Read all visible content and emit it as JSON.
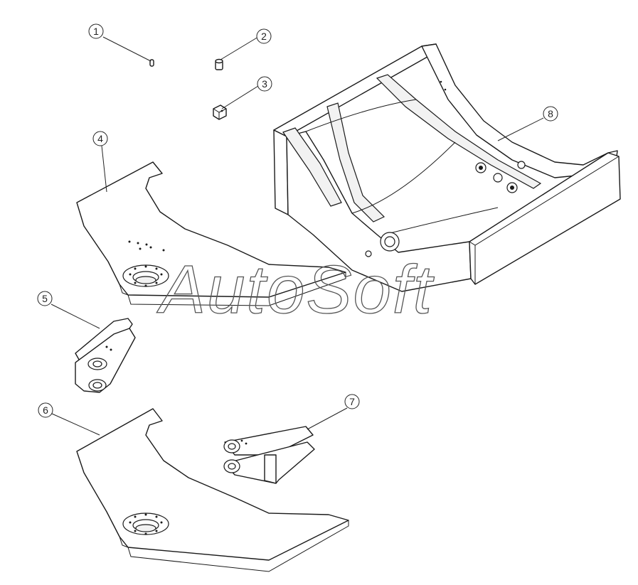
{
  "watermark": "AutoSoft",
  "callouts": [
    {
      "number": "1"
    },
    {
      "number": "2"
    },
    {
      "number": "3"
    },
    {
      "number": "4"
    },
    {
      "number": "5"
    },
    {
      "number": "6"
    },
    {
      "number": "7"
    },
    {
      "number": "8"
    }
  ]
}
